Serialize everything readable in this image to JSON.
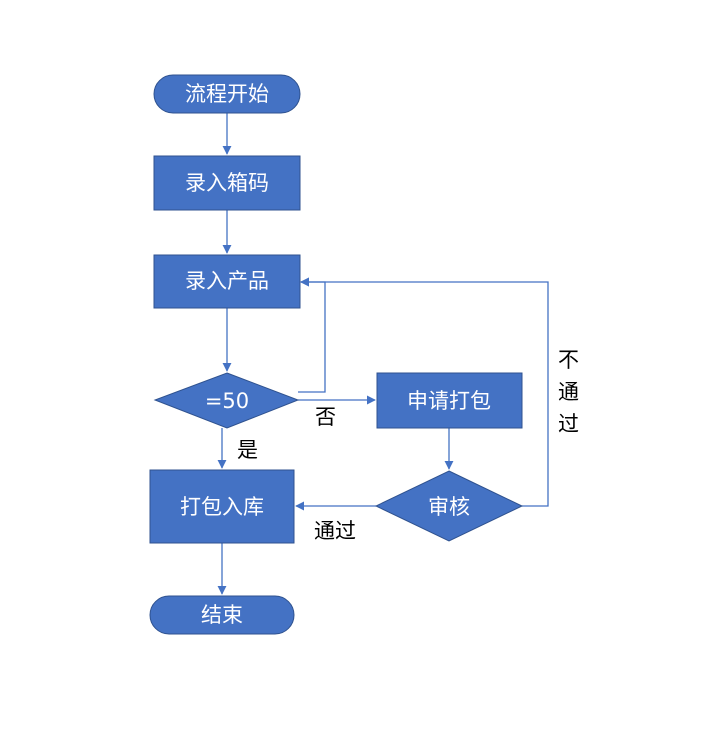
{
  "diagram": {
    "colors": {
      "fill": "#4472C4",
      "stroke": "#2F528F",
      "line": "#4472C4",
      "node_text": "#ffffff",
      "label_text": "#000000"
    },
    "nodes": {
      "start": "流程开始",
      "enter_box_code": "录入箱码",
      "enter_product": "录入产品",
      "check_count": "=50",
      "apply_pack": "申请打包",
      "review": "审核",
      "pack_store": "打包入库",
      "end": "结束"
    },
    "edge_labels": {
      "yes": "是",
      "no": "否",
      "pass": "通过",
      "not_pass": [
        "不",
        "通",
        "过"
      ]
    }
  }
}
